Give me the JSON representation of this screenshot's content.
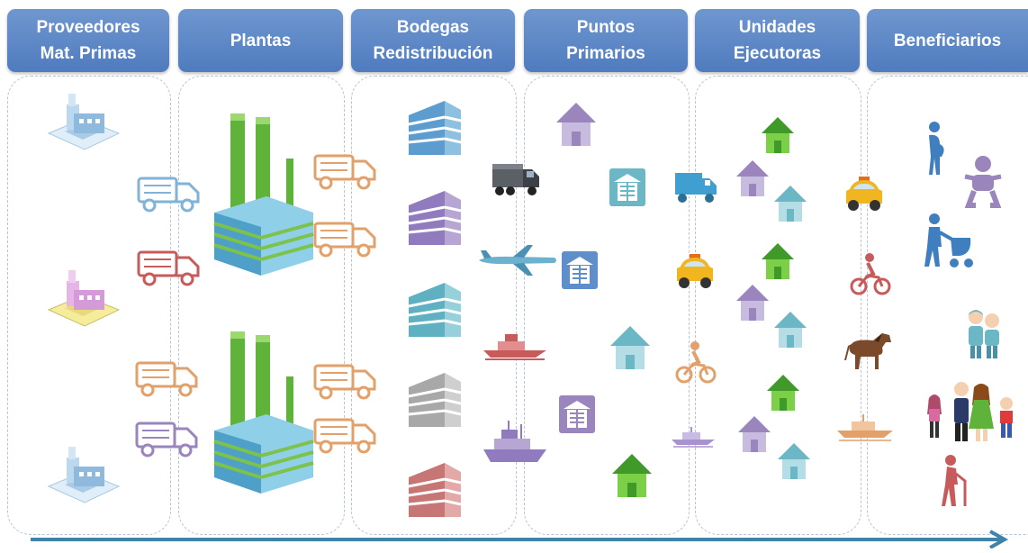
{
  "stages": [
    {
      "lines": [
        "Proveedores",
        "Mat. Primas"
      ]
    },
    {
      "lines": [
        "Plantas"
      ]
    },
    {
      "lines": [
        "Bodegas",
        "Redistribución"
      ]
    },
    {
      "lines": [
        "Puntos",
        "Primarios"
      ]
    },
    {
      "lines": [
        "Unidades",
        "Ejecutoras"
      ]
    },
    {
      "lines": [
        "Beneficiarios"
      ]
    }
  ],
  "colors": {
    "header": "#5a86c6",
    "blue": "#7fb3d8",
    "purple": "#9a86bd",
    "pink": "#d59ad8",
    "red": "#c75b5b",
    "orange": "#e2a06a",
    "green": "#5fb23a",
    "teal": "#6bb7c6",
    "gray": "#9e9e9e",
    "taxi": "#f0b51f",
    "arrow": "#3f84a8"
  }
}
